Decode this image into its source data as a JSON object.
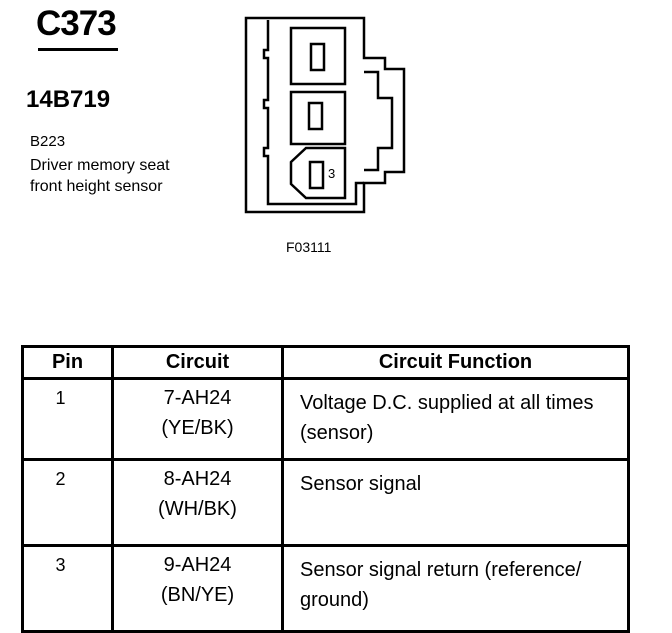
{
  "header": {
    "connector_id": "C373",
    "part_number": "14B719",
    "component_code": "B223",
    "component_desc_line1": "Driver memory seat",
    "component_desc_line2": "front height sensor"
  },
  "figure": {
    "id": "F03111",
    "pin_label": "3"
  },
  "table": {
    "headers": {
      "pin": "Pin",
      "circuit": "Circuit",
      "function": "Circuit Function"
    },
    "rows": [
      {
        "pin": "1",
        "circuit": "7-AH24",
        "wire": "(YE/BK)",
        "function": "Voltage D.C. supplied at all times (sensor)"
      },
      {
        "pin": "2",
        "circuit": "8-AH24",
        "wire": "(WH/BK)",
        "function": "Sensor signal"
      },
      {
        "pin": "3",
        "circuit": "9-AH24",
        "wire": "(BN/YE)",
        "function": "Sensor signal return (reference/ ground)"
      }
    ]
  }
}
